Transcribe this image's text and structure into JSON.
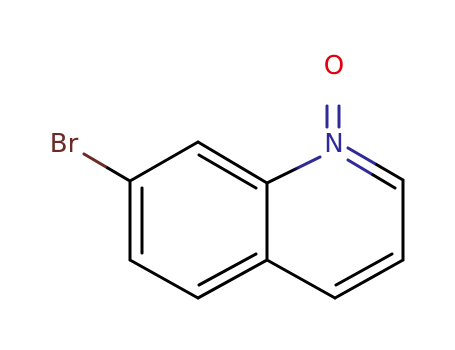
{
  "molecule": {
    "atoms": {
      "oxygen": "O",
      "nitrogen": "N",
      "bromine": "Br"
    },
    "colors": {
      "oxygen": "#e0000f",
      "nitrogen": "#2e2a96",
      "bromine": "#6b2a26",
      "carbon_bond": "#000000"
    }
  }
}
